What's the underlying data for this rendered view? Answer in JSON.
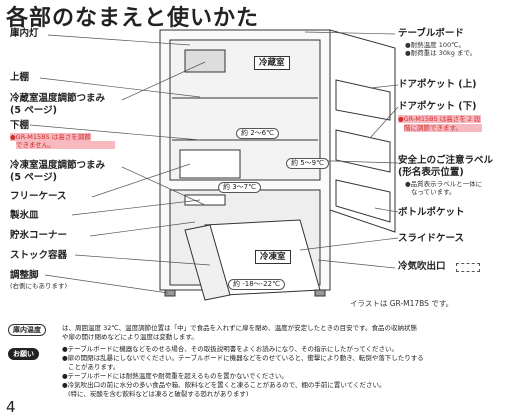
{
  "title": "各部のなまえと使いかた",
  "left_labels": {
    "inner_light": "庫内灯",
    "upper_shelf": "上棚",
    "fridge_temp_knob": "冷蔵室温度調節つまみ",
    "fridge_temp_knob_ref": "(5 ページ)",
    "lower_shelf": "下棚",
    "lower_shelf_note1": "●GR-M15BS は高さを調節",
    "lower_shelf_note2": "できません。",
    "freezer_temp_knob": "冷凍室温度調節つまみ",
    "freezer_temp_knob_ref": "(5 ページ)",
    "free_case": "フリーケース",
    "ice_tray": "製氷皿",
    "ice_corner": "貯氷コーナー",
    "stock_container": "ストック容器",
    "leveling_legs": "調整脚",
    "leveling_legs_note": "(右側にもあります)"
  },
  "right_labels": {
    "table_board": "テーブルボード",
    "table_board_note1": "●耐熱温度 100℃。",
    "table_board_note2": "●耐荷重は 30kg まで。",
    "door_pocket_upper": "ドアポケット (上)",
    "door_pocket_lower": "ドアポケット (下)",
    "door_pocket_note1": "●GR-M15BS は高さを 2 段",
    "door_pocket_note2": "階に調節できます。",
    "safety_label": "安全上のご注意ラベル",
    "safety_label2": "(形名表示位置)",
    "safety_note1": "●品質表示ラベルと一体に",
    "safety_note2": "なっています。",
    "bottle_pocket": "ボトルポケット",
    "slide_case": "スライドケース",
    "cold_air_outlet": "冷気吹出口"
  },
  "diagram": {
    "fridge_room": "冷蔵室",
    "freezer_room": "冷凍室",
    "temp_fridge_shelf": "約 2～6℃",
    "temp_door": "約 5～9℃",
    "temp_free_case": "約 3～7℃",
    "temp_freezer": "約 -18～-22℃"
  },
  "illustration_note": "イラストは GR-M17BS です。",
  "notes": {
    "inner_temp_label": "庫内温度",
    "inner_temp_text1": "は、周囲温度 32℃、温度調節位置は「中」で食品を入れずに扉を閉め、温度が安定したときの目安です。食品の収納状態",
    "inner_temp_text2": "や扉の開け閉めなどにより温度は変動します。",
    "request_label": "お願い",
    "request_1": "●テーブルボードに機器などをのせる場合、その取扱説明書をよくお読みになり、その指示にしたがってください。",
    "request_2": "●扉の開閉は乱暴にしないでください。テーブルボードに機器などをのせていると、衝撃により動き、転倒や落下したりする",
    "request_2b": "ことがあります。",
    "request_3": "●テーブルボードには耐熱温度や耐荷重を超えるものを置かないでください。",
    "request_4": "●冷気吹出口の前に水分の多い食品や箱、飲料などを置くと凍ることがあるので、棚の手前に置いてください。",
    "request_4b": "(特に、炭酸を含む飲料などは凍ると破裂する恐れがあります)"
  },
  "page_number": "4"
}
